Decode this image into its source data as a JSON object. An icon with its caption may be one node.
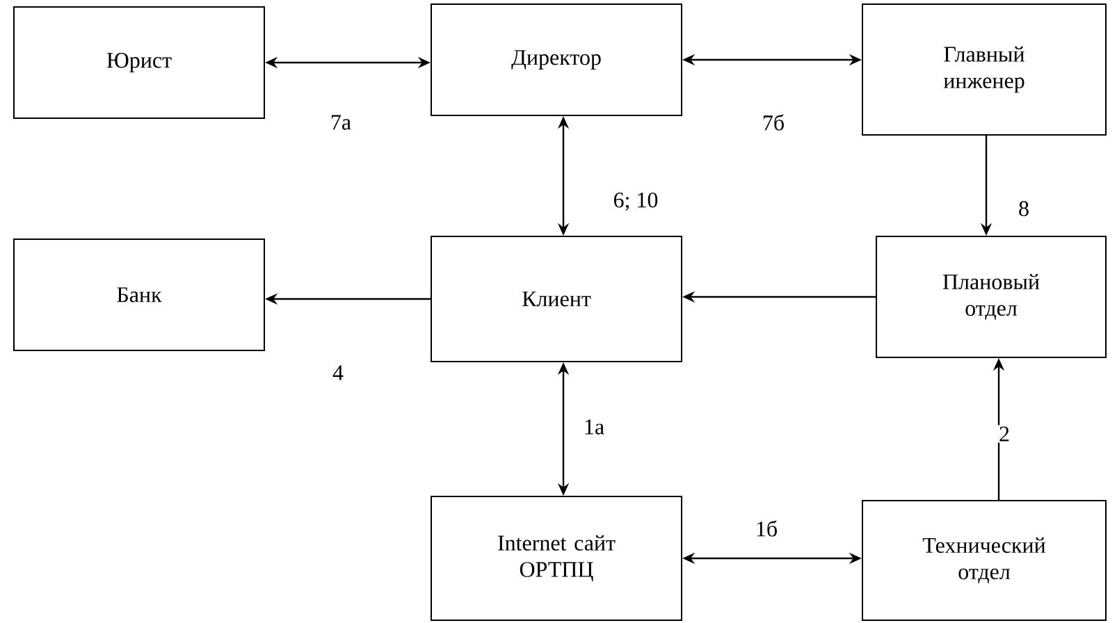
{
  "diagram": {
    "nodes": [
      {
        "text": [
          "Юрист"
        ]
      },
      {
        "text": [
          "Директор"
        ]
      },
      {
        "text": [
          "Главный инженер"
        ]
      },
      {
        "text": [
          "Банк"
        ]
      },
      {
        "text": [
          "Клиент"
        ]
      },
      {
        "text": [
          "Плановый отдел"
        ]
      },
      {
        "text": [
          "Internet сайт ОРТПЦ"
        ]
      },
      {
        "text": [
          "Технический отдел"
        ]
      }
    ],
    "edges": [
      {
        "from": 0,
        "to": 1,
        "arrow": "both",
        "label": "7а"
      },
      {
        "from": 1,
        "to": 2,
        "arrow": "both",
        "label": "7б"
      },
      {
        "from": 1,
        "to": 4,
        "arrow": "both",
        "label": "6; 10"
      },
      {
        "from": 2,
        "to": 5,
        "arrow": "to",
        "label": "8"
      },
      {
        "from": 5,
        "to": 4,
        "arrow": "to"
      },
      {
        "from": 4,
        "to": 3,
        "arrow": "to",
        "label": "4"
      },
      {
        "from": 4,
        "to": 6,
        "arrow": "both",
        "label": "1а"
      },
      {
        "from": 6,
        "to": 7,
        "arrow": "both",
        "label": "1б"
      },
      {
        "from": 7,
        "to": 5,
        "arrow": "to",
        "label": "2"
      }
    ]
  }
}
